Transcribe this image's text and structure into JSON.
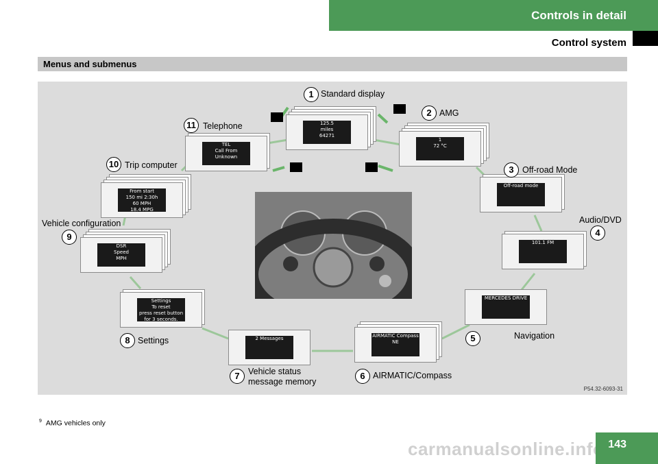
{
  "header": {
    "chapter": "Controls in detail",
    "section": "Control system"
  },
  "section_title": "Menus and submenus",
  "menus": [
    {
      "number": "1",
      "label": "Standard display",
      "screen": "125.5\nmiles\n64271"
    },
    {
      "number": "2",
      "label": "AMG",
      "screen": "1\n72 °C"
    },
    {
      "number": "3",
      "label": "Off-road Mode",
      "screen": "Off-road mode"
    },
    {
      "number": "4",
      "label": "Audio/DVD",
      "screen": "101.1 FM"
    },
    {
      "number": "5",
      "label": "Navigation",
      "screen": "MERCEDES DRIVE"
    },
    {
      "number": "6",
      "label": "AIRMATIC/Compass",
      "screen": "AIRMATIC  Compass  NE"
    },
    {
      "number": "7",
      "label": "Vehicle status",
      "label2": "message memory",
      "screen": "2 Messages"
    },
    {
      "number": "8",
      "label": "Settings",
      "screen": "Settings\nTo reset\npress reset button\nfor 3 seconds."
    },
    {
      "number": "9",
      "label": "Vehicle configuration",
      "screen": "DSR\nSpeed\nMPH"
    },
    {
      "number": "10",
      "label": "Trip computer",
      "screen": "From start\n150 mi 2:30h\n60 MPH\n18.4 MPG"
    },
    {
      "number": "11",
      "label": "Telephone",
      "screen": "TEL\nCall From\nUnknown"
    }
  ],
  "credit": "P54.32-6093-31",
  "footnote": {
    "mark": "9",
    "text": "AMG vehicles only"
  },
  "page_number": "143",
  "watermark": "carmanualsonline.info"
}
